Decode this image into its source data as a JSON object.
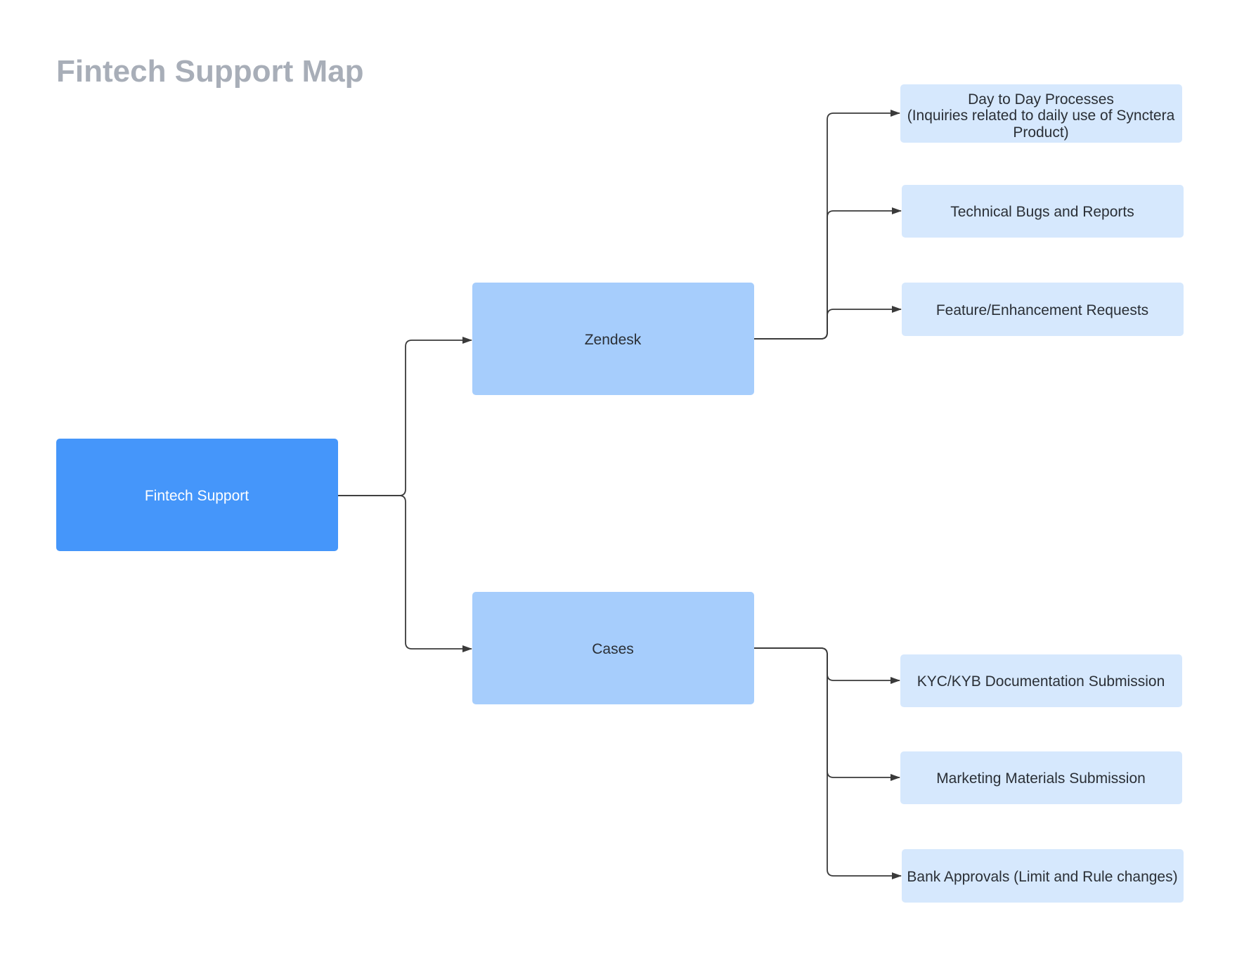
{
  "title": "Fintech Support Map",
  "colors": {
    "root_fill": "#4596fa",
    "mid_fill": "#a6cdfc",
    "leaf_fill": "#d6e8fd",
    "connector": "#3a3a3a",
    "title_text": "#a8aeb8"
  },
  "nodes": {
    "root": {
      "label": "Fintech Support"
    },
    "zendesk": {
      "label": "Zendesk"
    },
    "cases": {
      "label": "Cases"
    },
    "day_to_day": {
      "label_line1": "Day to Day Processes",
      "label_line2": "(Inquiries related to daily use of Synctera",
      "label_line3": "Product)"
    },
    "technical_bugs": {
      "label": "Technical Bugs and Reports"
    },
    "feature_requests": {
      "label": "Feature/Enhancement Requests"
    },
    "kyc_kyb": {
      "label": "KYC/KYB Documentation Submission"
    },
    "marketing": {
      "label": "Marketing Materials Submission"
    },
    "bank_approvals": {
      "label": "Bank Approvals (Limit and Rule changes)"
    }
  }
}
